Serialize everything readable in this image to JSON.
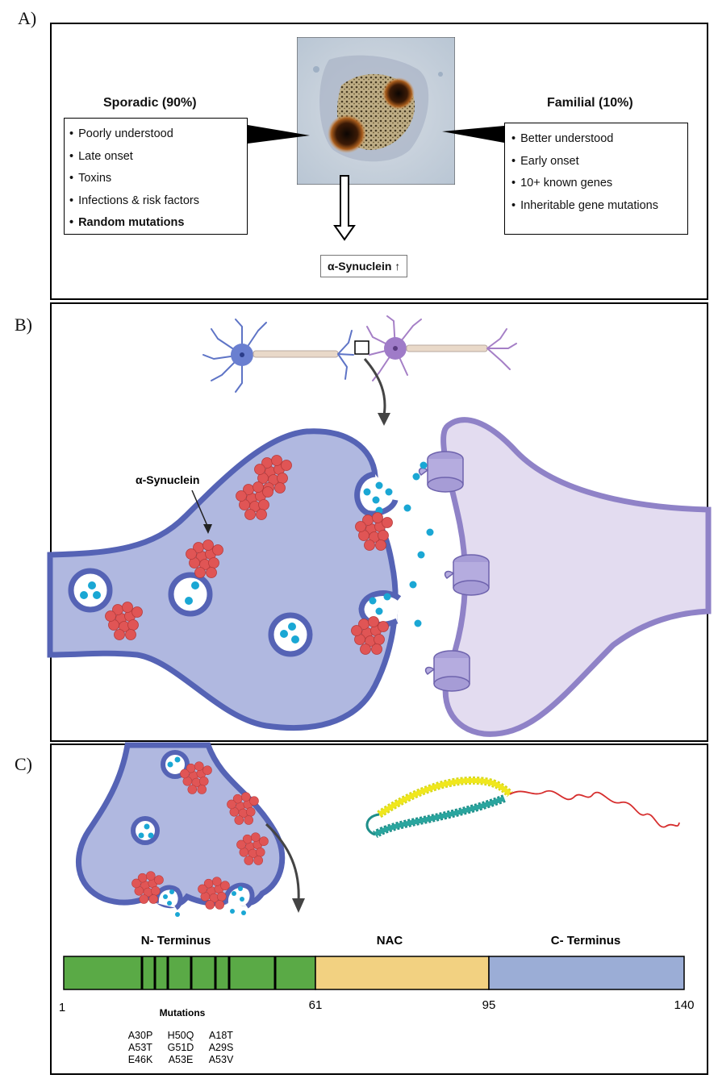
{
  "panel_a": {
    "label": "A)",
    "sporadic": {
      "title": "Sporadic (90%)",
      "items": [
        "Poorly understood",
        "Late onset",
        "Toxins",
        "Infections & risk factors",
        "Random mutations"
      ]
    },
    "familial": {
      "title": "Familial (10%)",
      "items": [
        "Better understood",
        "Early onset",
        "10+ known genes",
        "Inheritable gene mutations"
      ]
    },
    "result": "α-Synuclein ↑"
  },
  "panel_b": {
    "label": "B)",
    "synuclein_label": "α-Synuclein"
  },
  "panel_c": {
    "label": "C)",
    "domains": [
      {
        "name": "N- Terminus",
        "color": "#5aaa46"
      },
      {
        "name": "NAC",
        "color": "#f2d181"
      },
      {
        "name": "C- Terminus",
        "color": "#9badd6"
      }
    ],
    "positions": [
      "1",
      "61",
      "95",
      "140"
    ],
    "mutations_title": "Mutations",
    "mutations": [
      [
        "A30P",
        "A53T",
        "E46K"
      ],
      [
        "H50Q",
        "G51D",
        "A53E"
      ],
      [
        "A18T",
        "A29S",
        "A53V"
      ]
    ]
  },
  "colors": {
    "presynaptic_fill": "#b0b8e0",
    "presynaptic_stroke": "#5563b5",
    "postsynaptic_fill": "#e3dcf0",
    "postsynaptic_stroke": "#8f82c7",
    "aggregate": "#e05555",
    "vesicle_dot": "#1aa7d4"
  }
}
